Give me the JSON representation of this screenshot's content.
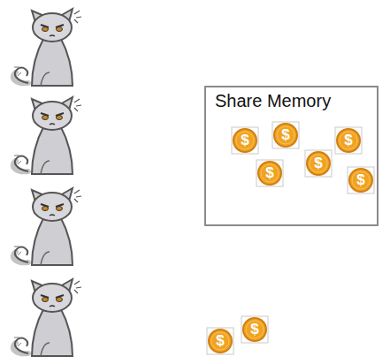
{
  "diagram": {
    "nodes": [
      {
        "text": [
          "Share Memory"
        ]
      },
      {
        "text": [
          "$"
        ],
        "in": 0
      },
      {
        "text": [
          "$"
        ],
        "in": 0
      },
      {
        "text": [
          "$"
        ],
        "in": 0
      },
      {
        "text": [
          "$"
        ],
        "in": 0
      },
      {
        "text": [
          "$"
        ],
        "in": 0
      },
      {
        "text": [
          "$"
        ],
        "in": 0
      },
      {
        "text": [
          "$"
        ]
      },
      {
        "text": [
          "$"
        ]
      }
    ]
  }
}
